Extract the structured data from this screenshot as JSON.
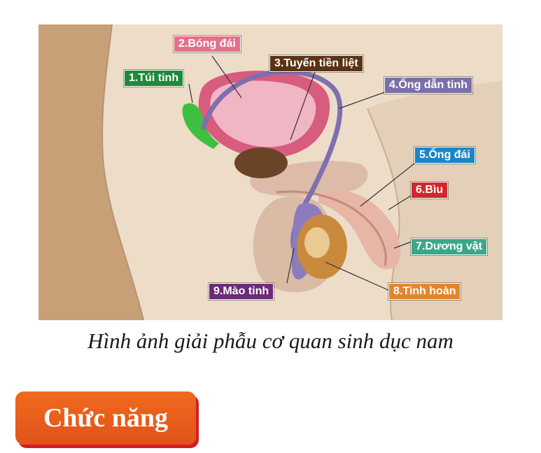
{
  "diagram": {
    "labels": [
      {
        "id": "seminal-vesicle",
        "text": "1.Túi tinh",
        "color": "#1e8a3a"
      },
      {
        "id": "bladder",
        "text": "2.Bóng đái",
        "color": "#e56f8b"
      },
      {
        "id": "prostate",
        "text": "3.Tuyến tiền liệt",
        "color": "#5a3214"
      },
      {
        "id": "vas-deferens",
        "text": "4.Ống dẫn tinh",
        "color": "#7a6fa8"
      },
      {
        "id": "urethra",
        "text": "5.Ống đái",
        "color": "#1a86c8"
      },
      {
        "id": "scrotum",
        "text": "6.Bìu",
        "color": "#d2262b"
      },
      {
        "id": "penis",
        "text": "7.Dương vật",
        "color": "#3aa78a"
      },
      {
        "id": "testis",
        "text": "8.Tinh hoàn",
        "color": "#e3862a"
      },
      {
        "id": "epididymis",
        "text": "9.Mào tinh",
        "color": "#6e2a7a"
      }
    ]
  },
  "caption": "Hình ảnh giải phẫu cơ quan sinh dục nam",
  "section_button": {
    "label": "Chức năng"
  }
}
